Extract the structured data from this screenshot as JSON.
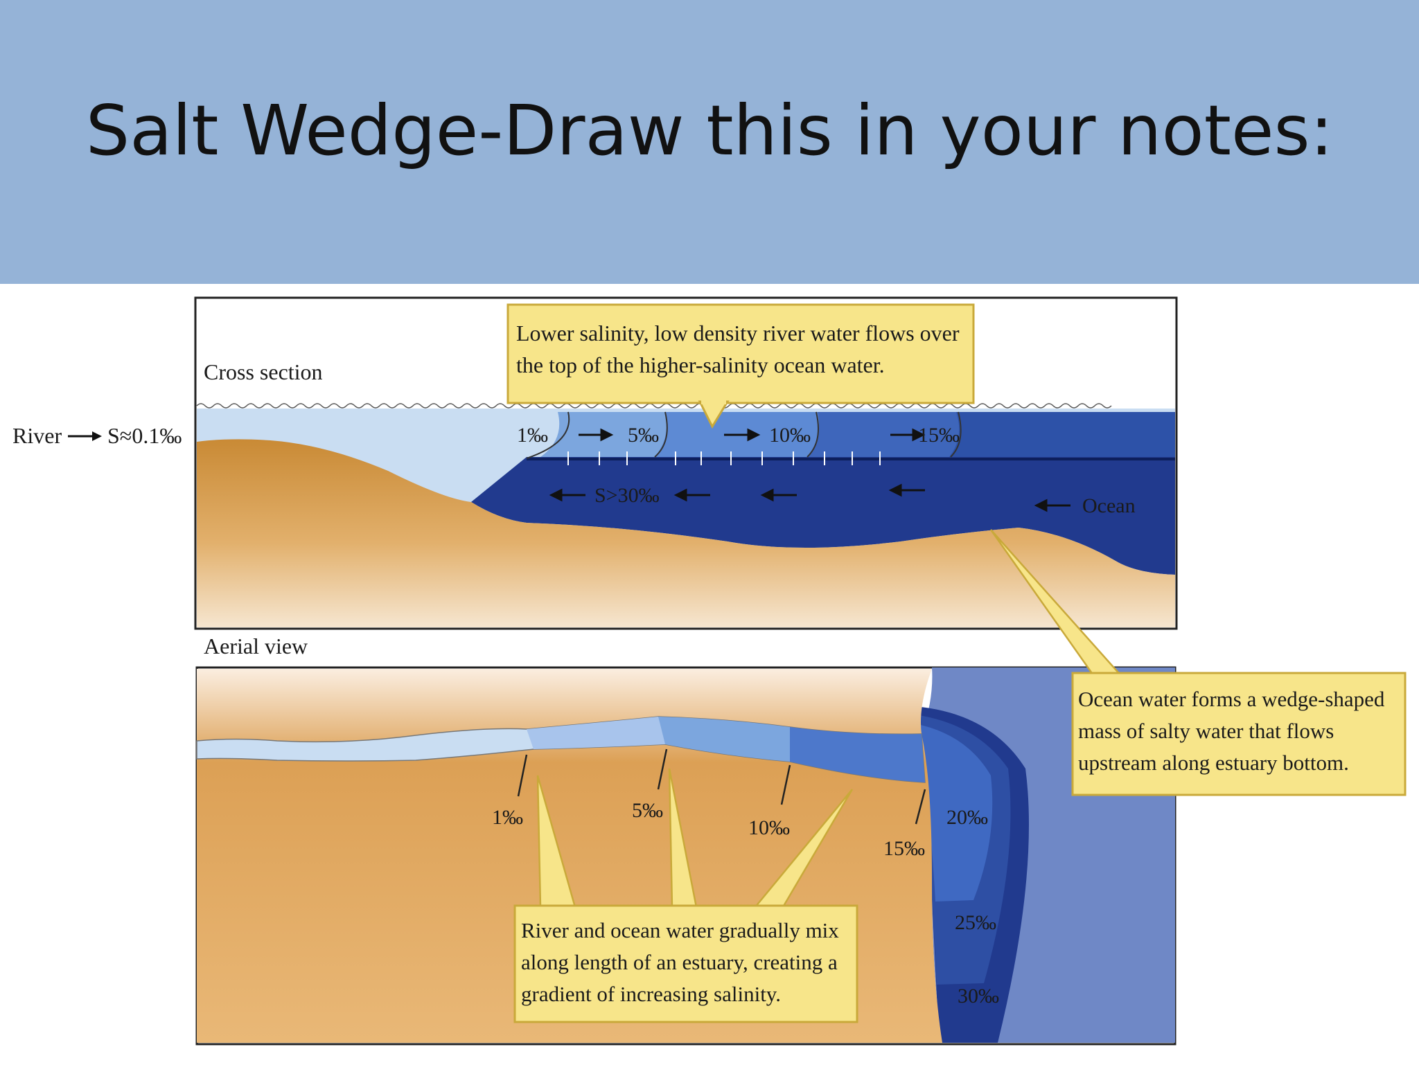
{
  "slide": {
    "title": "Salt Wedge-Draw this in your notes:"
  },
  "diagram": {
    "cross_section_label": "Cross section",
    "aerial_view_label": "Aerial view",
    "river_label": "River",
    "river_salinity": "S≈0.1‰",
    "ocean_label": "Ocean",
    "bottom_salinity": "S>30‰",
    "cross_isohalines": [
      "1‰",
      "5‰",
      "10‰",
      "15‰"
    ],
    "aerial_isohalines": [
      "1‰",
      "5‰",
      "10‰",
      "15‰",
      "20‰",
      "25‰",
      "30‰"
    ],
    "callout_top": {
      "line1": "Lower salinity, low density river water flows over",
      "line2": "the top of the higher-salinity ocean water."
    },
    "callout_right": {
      "line1": "Ocean water forms a wedge-shaped",
      "line2": "mass of salty water that flows",
      "line3": "upstream along estuary bottom."
    },
    "callout_bottom": {
      "line1": "River and ocean water gradually mix",
      "line2": "along length of an estuary, creating a",
      "line3": "gradient of increasing salinity."
    },
    "colors": {
      "header": "#95b3d7",
      "sediment": "#d9a35c",
      "river_water": "#c9ddf2",
      "ocean_deep": "#213a8e",
      "callout": "#f7e58a"
    }
  }
}
